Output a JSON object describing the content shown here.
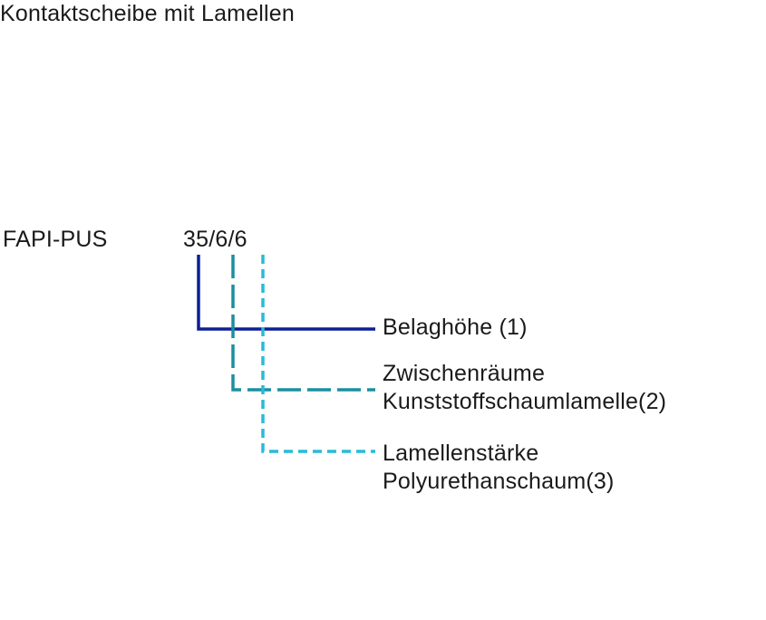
{
  "title": "Kontaktscheibe mit Lamellen",
  "product": {
    "name": "FAPI-PUS",
    "code": "35/6/6"
  },
  "callouts": [
    {
      "lines": [
        "Belaghöhe (1)"
      ],
      "color": "#0d1f96",
      "style": "solid"
    },
    {
      "lines": [
        "Zwischenräume",
        "Kunststoffschaumlamelle(2)"
      ],
      "color": "#1a8fa0",
      "style": "long-dash"
    },
    {
      "lines": [
        "Lamellenstärke",
        "Polyurethanschaum(3)"
      ],
      "color": "#27bcd8",
      "style": "short-dash"
    }
  ]
}
